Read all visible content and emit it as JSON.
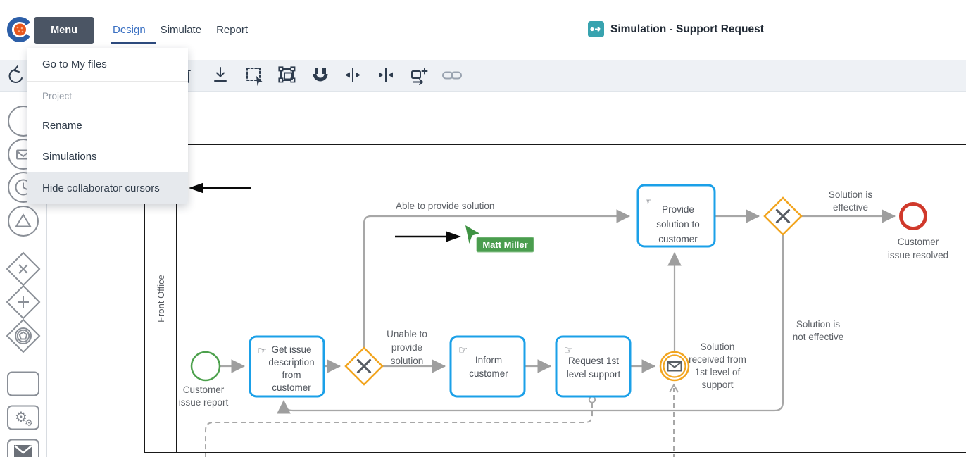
{
  "header": {
    "menu_label": "Menu",
    "tabs": [
      {
        "label": "Design",
        "active": true
      },
      {
        "label": "Simulate",
        "active": false
      },
      {
        "label": "Report",
        "active": false
      }
    ],
    "doc_title": "Simulation - Support Request"
  },
  "menu_dropdown": {
    "go_to_my_files": "Go to My files",
    "section_label": "Project",
    "rename": "Rename",
    "simulations": "Simulations",
    "hide_collaborator_cursors": "Hide collaborator cursors"
  },
  "toolbar": {
    "icons": [
      "undo-icon",
      "trash-icon",
      "download-icon",
      "lasso-selection-icon",
      "resize-fit-icon",
      "snap-magnet-icon",
      "space-tool-horizontal-icon",
      "space-tool-vertical-icon",
      "append-element-icon",
      "link-icon"
    ]
  },
  "palette": {
    "items": [
      "start-event",
      "message-intermediate-event",
      "timer-intermediate-event",
      "signal-intermediate-event",
      "exclusive-gateway",
      "parallel-gateway",
      "event-based-gateway",
      "task",
      "service-task",
      "send-task"
    ]
  },
  "collaborator": {
    "name": "Matt Miller"
  },
  "icons": {
    "manual_task": "☞",
    "gear": "⚙"
  },
  "diagram": {
    "lane_label": "Front Office",
    "start_event_label": "Customer\nissue report",
    "task_get_issue": "Get issue\ndescription\nfrom\ncustomer",
    "task_inform": "Inform\ncustomer",
    "task_request": "Request 1st\nlevel support",
    "task_provide": "Provide\nsolution to\ncustomer",
    "event_solution_received": "Solution\nreceived from\n1st level of\nsupport",
    "flow_able": "Able to  provide solution",
    "flow_unable": "Unable to\nprovide\nsolution",
    "flow_effective": "Solution is\neffective",
    "flow_not_effective": "Solution is\nnot effective",
    "end_event_label": "Customer\nissue resolved"
  },
  "colors": {
    "task_border": "#1BA0E8",
    "gateway": "#F2A51F",
    "start_event": "#4DA14D",
    "end_event": "#D0392B",
    "flow": "#A7A7A7",
    "collaborator": "#4A9D4E",
    "title_icon": "#38A3AF",
    "tab_active": "#3A70C2",
    "menu_button_bg": "#4B5564"
  }
}
